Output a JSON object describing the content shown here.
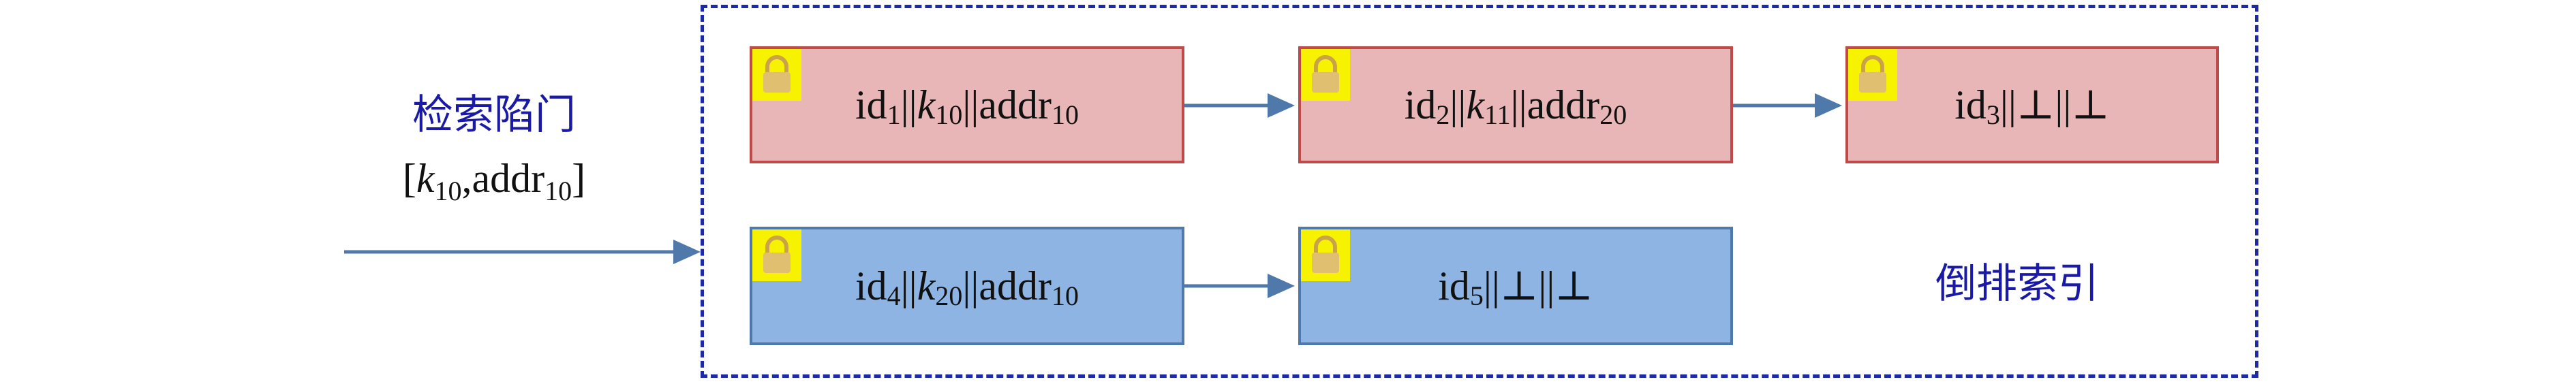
{
  "trapdoor": {
    "title": "检索陷门",
    "key_open": "[",
    "key_var": "k",
    "key_sub": "10",
    "key_comma": ",addr",
    "addr_sub": "10",
    "key_close": "]"
  },
  "index_label": "倒排索引",
  "nodes": {
    "n1": {
      "id": "id",
      "id_sub": "1",
      "sep1": "||",
      "k": "k",
      "k_sub": "10",
      "sep2": "||addr",
      "addr_sub": "10"
    },
    "n2": {
      "id": "id",
      "id_sub": "2",
      "sep1": "||",
      "k": "k",
      "k_sub": "11",
      "sep2": "||addr",
      "addr_sub": "20"
    },
    "n3": {
      "id": "id",
      "id_sub": "3",
      "rest": "||⊥||⊥"
    },
    "n4": {
      "id": "id",
      "id_sub": "4",
      "sep1": "||",
      "k": "k",
      "k_sub": "20",
      "sep2": "||addr",
      "addr_sub": "10"
    },
    "n5": {
      "id": "id",
      "id_sub": "5",
      "rest": "||⊥||⊥"
    }
  },
  "colors": {
    "red_fill": "#e8b6b7",
    "red_border": "#bf4a4a",
    "blue_fill": "#8db4e2",
    "blue_border": "#4e79aa",
    "arrow": "#4e79aa",
    "lock_bg": "#f7f300",
    "frame": "#1c2aa6",
    "label_text": "#1a1aa6"
  },
  "icons": [
    "lock-icon"
  ]
}
